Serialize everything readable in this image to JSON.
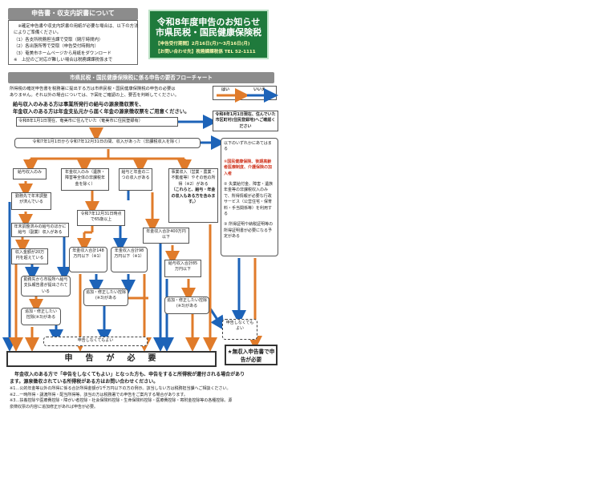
{
  "notice": {
    "header": "申告書・収支内訳書について",
    "lines": [
      "　※確定申告書や収支内訳書の用紙が必要な場合は、以下の方法",
      "によりご準備ください。",
      "（1）各支所税務担当課で受取（閉庁時間内）",
      "（2）各出張所等で受取（申告受付時間内）",
      "（3）奄美市ホームページから用紙をダウンロード",
      "※　上記のご対応が難しい場合は税務課課税係まで"
    ]
  },
  "title": {
    "line1": "令和8年度申告のお知らせ",
    "line2": "市県民税・国民健康保険税",
    "period": "【申告受付期間】2月16日(月)～3月16日(月)",
    "contact": "【お問い合わせ先】税務課課税係 TEL 52-1111"
  },
  "flow_header": "市県民税・国民健康保険税に係る申告の要否フローチャート",
  "legend": {
    "yes": "はい",
    "no": "いいえ",
    "yes_color": "#e07b2a",
    "no_color": "#1d63b8"
  },
  "intro": [
    "所得税の確定申告書を税務署に提出する方は市県民税・国民健康保険税の申告の必要は",
    "ありません。それ以外の場合については、下図をご確認の上、要否を判断してください。"
  ],
  "bold_intro": [
    "給与収入のみある方は事業所発行の給与の源泉徴収票を、",
    "年金収入のある方は年金支払元から届く年金の源泉徴収票をご用意ください。"
  ],
  "nodes": {
    "q1": "令和8年1月1日現在、奄美市に住んでいた（奄美市に住民登録有）",
    "q1_no": "令和8年1月1日現在、住んでいた市区町村(住民登録地)へご確認ください",
    "q2": "令和7年1月1日から令和7年12月31日の間、収入があった（非課税収入を除く）",
    "q2_no_title": "以下のいずれかにあてはまる",
    "q2_no_red": "①国民健康保険、後期高齢者医療制度、介護保険の加入者",
    "q2_no_2": "② 失業給付金、障害・遺族年金等の非課税収入のみで、所得情報が必要な行政サービス（公営住宅・保育料・手当関係等）を利用する",
    "q2_no_3": "③ 所得証明や納税証明等の所得証明書が必要になる予定がある",
    "b1": "給与収入のみ",
    "b2": "年金収入のみ（遺族・障害等全体の非課税年金を除く）",
    "b3": "給与と年金の二つの収入がある",
    "b4a": "事業収入（営業・農業・不動産等）やその他の所得（※2）がある",
    "b4b": "（これらと、給与・年金の収入もある方を含みます。）",
    "c1": "勤務先で年末調整が済んでいる",
    "c2": "年末調整済みの給与のほかに給与（副業）収入がある",
    "c3": "収入金額が20万円を超えている",
    "c4": "勤務先から市役所へ給与支払報告書が提出されている",
    "c5": "追加・修正したい控除(※3)がある",
    "p1": "令和7年12月31日時点で65歳以上",
    "p2": "年金収入合計148万円以下（※1）",
    "p3": "年金収入合計98万円以下（※1）",
    "p4": "追加・修正したい控除(※3)がある",
    "r1": "年金収入合計400万円以下",
    "r2": "給与収入合計85万円以下",
    "r3": "追加・修正したい控除(※3)がある",
    "not_needed_bottom": "申告しなくてもよい",
    "not_needed_right": "申告しなくてもよい",
    "must_file": "申　告　が　必　要",
    "no_income": "★無収入申告書で申告が必要"
  },
  "footer": {
    "bold": [
      "　年金収入のある方で「申告をしなくてもよい」となった方も、申告をすると所得税が還付される場合があり",
      "ます。源泉徴収されている所得税がある方はお問い合わせください。"
    ],
    "notes": [
      "※1…公的年金等以外の所得に係る合計所得金額が1千万円以下の方の例示。該当しない方は税務担当課へご相談ください。",
      "※2…一時所得・譲渡所得・配当所得等。該当の方は税務署での申告をご案内する場合があります。",
      "※3…扶養控除や医療費控除・障がい者控除・社会保険料控除・生命保険料控除・医療費控除・寄附金控除等の各種控除。源",
      "泉徴収票の内容に追加修正があれば申告が必要。"
    ]
  }
}
